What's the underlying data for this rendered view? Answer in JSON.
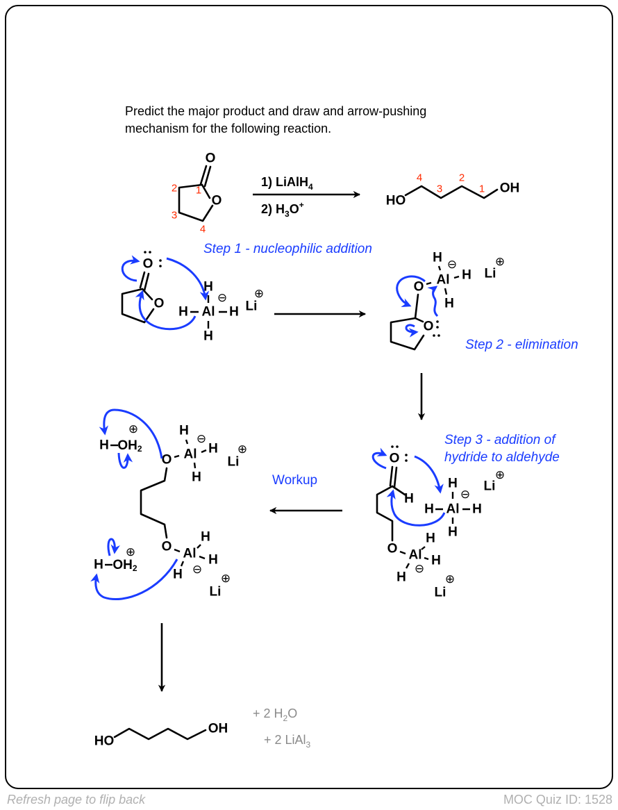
{
  "prompt": {
    "line1": "Predict the major product and draw and arrow-pushing",
    "line2": "mechanism for the following reaction."
  },
  "reaction": {
    "reagent1": {
      "prefix": "1) LiAlH",
      "sub": "4"
    },
    "reagent2": {
      "prefix": "2) H",
      "sub": "3",
      "mid": "O",
      "sup": "+"
    }
  },
  "starting_material": {
    "numbers": [
      "1",
      "2",
      "3",
      "4"
    ]
  },
  "product": {
    "numbers": [
      "4",
      "3",
      "2",
      "1"
    ]
  },
  "atoms": {
    "O": "O",
    "H": "H",
    "Al": "Al",
    "Li": "Li",
    "HO": "HO",
    "OH": "OH",
    "OH2": "OH",
    "two": "2"
  },
  "charges": {
    "plus": "⊕",
    "minus": "⊖"
  },
  "steps": {
    "step1": "Step 1 - nucleophilic addition",
    "step2": "Step 2 - elimination",
    "step3_line1": "Step 3 - addition of",
    "step3_line2": "hydride to aldehyde",
    "workup": "Workup"
  },
  "byproducts": {
    "water": {
      "prefix": "+ 2 H",
      "sub": "2",
      "suffix": "O"
    },
    "aluminum": {
      "prefix": "+ 2 LiAl",
      "sub": "3"
    }
  },
  "footer": {
    "left": "Refresh page to flip back",
    "right": "MOC Quiz ID: 1528"
  },
  "colors": {
    "arrow_blue": "#1a3cff",
    "number_red": "#ff2a00",
    "footer_gray": "#b0b0b0"
  }
}
